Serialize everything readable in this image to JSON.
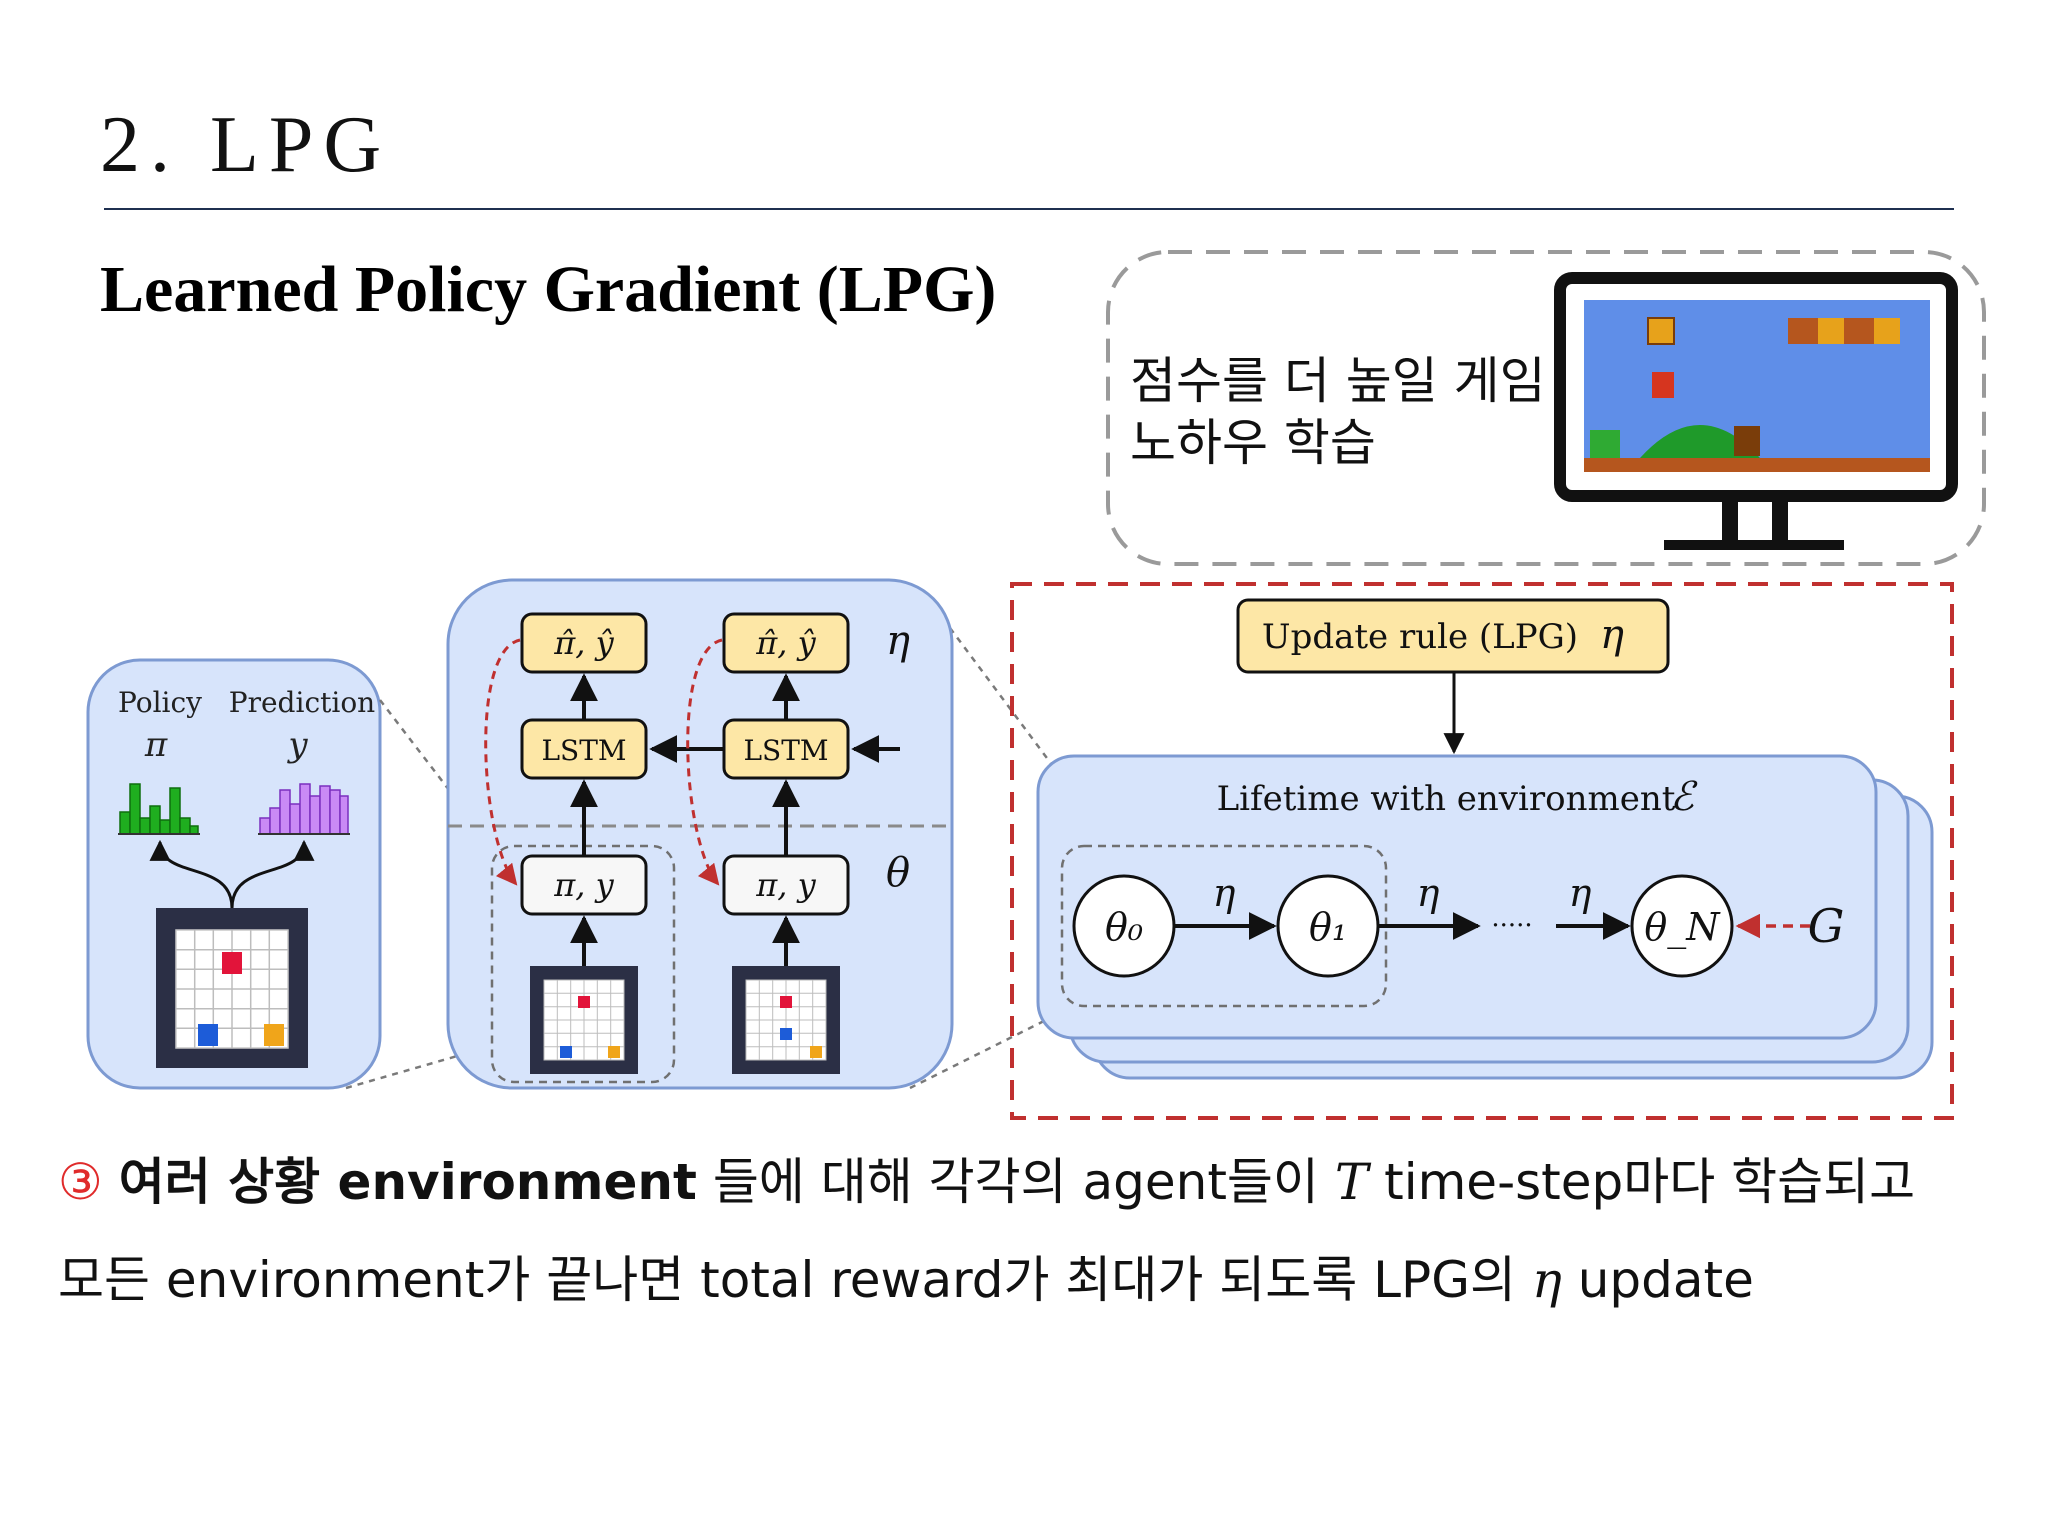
{
  "slide": {
    "title": "2. LPG",
    "section_title": "Learned Policy Gradient (LPG)"
  },
  "game_callout": {
    "line1": "점수를 더 높일 게임",
    "line2": "노하우 학습"
  },
  "left_panel": {
    "policy_label": "Policy",
    "policy_symbol": "π",
    "prediction_label": "Prediction",
    "prediction_symbol": "y"
  },
  "middle_panel": {
    "output_label": "π̂, ŷ",
    "lstm_label": "LSTM",
    "agent_label": "π, y",
    "eta_symbol": "η",
    "theta_symbol": "θ"
  },
  "right_panel": {
    "update_rule_label": "Update rule (LPG)",
    "update_rule_symbol": "η",
    "lifetime_label": "Lifetime with environment",
    "lifetime_symbol": "ℰ",
    "theta0": "θ₀",
    "theta1": "θ₁",
    "thetaN": "θ_N",
    "eta": "η",
    "dots": "·····",
    "return_symbol": "G"
  },
  "text": {
    "line1_circled": "③",
    "line1_bold": "여러 상황 environment",
    "line1_rest_a": "들에 대해 각각의 agent들이",
    "line1_T": "T",
    "line1_rest_b": "time-step마다 학습되고",
    "line2_a": "모든 environment가 끝나면 total reward가 최대가 되도록 LPG의",
    "line2_eta": "η",
    "line2_b": "update"
  },
  "colors": {
    "panel_fill": "#d7e4fb",
    "panel_stroke": "#7d9ad2",
    "box_fill": "#fde7a6",
    "red_dash": "#c0302f",
    "policy_bars": "#1fae1f",
    "prediction_bars": "#b56cf2"
  },
  "icons": [
    "monitor-icon",
    "grid-world-icon",
    "policy-histogram-icon",
    "prediction-histogram-icon"
  ]
}
